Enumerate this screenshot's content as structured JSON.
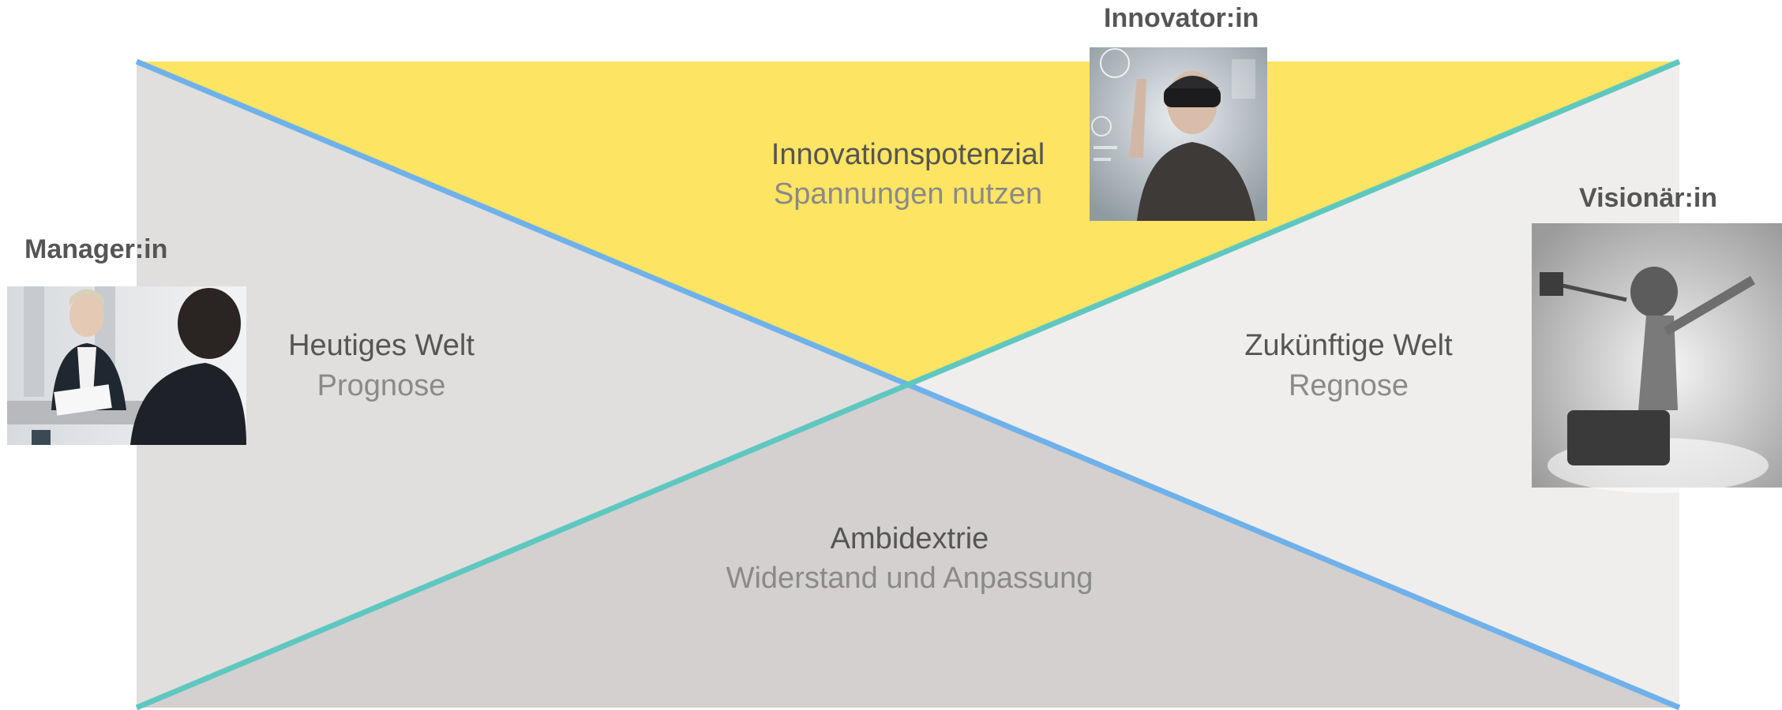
{
  "roles": {
    "manager": "Manager:in",
    "innovator": "Innovator:in",
    "visionary": "Visionär:in"
  },
  "quadrants": {
    "left": {
      "title": "Heutiges Welt",
      "subtitle": "Prognose"
    },
    "top": {
      "title": "Innovationspotenzial",
      "subtitle": "Spannungen nutzen"
    },
    "right": {
      "title": "Zukünftige Welt",
      "subtitle": "Regnose"
    },
    "bottom": {
      "title": "Ambidextrie",
      "subtitle": "Widerstand und Anpassung"
    }
  },
  "colors": {
    "left_fill": "#e0dfdd",
    "top_fill": "#fde462",
    "right_fill": "#efeeed",
    "bottom_fill": "#d3d0cf",
    "diagonal_blue": "#6fb1ea",
    "diagonal_teal": "#5ec8c0",
    "role_text": "#555555",
    "title_text": "#555555",
    "subtitle_text": "#8a8a8a"
  },
  "photos": {
    "manager": "photo of a business meeting",
    "innovator": "photo of a woman wearing an augmented-reality headset",
    "visionary": "black-and-white photo of a child flying on a suitcase"
  }
}
